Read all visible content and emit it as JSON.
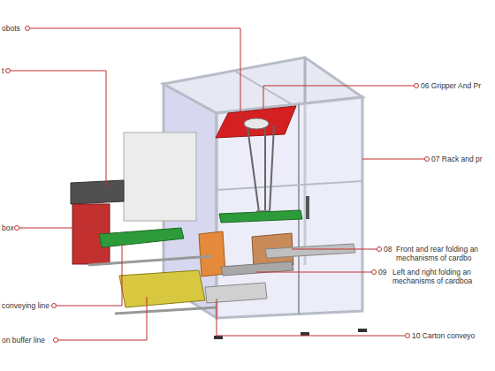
{
  "diagram": {
    "labels": [
      "obots",
      "t",
      "box",
      "conveying line",
      "on buffer line",
      "06 Gripper And Pr",
      "07 Rack and pr",
      "08",
      "Front and rear folding an mechanisms of cardbo",
      "09",
      "Left and right folding an mechanisms of cardboa",
      "10 Carton conveyo"
    ]
  }
}
